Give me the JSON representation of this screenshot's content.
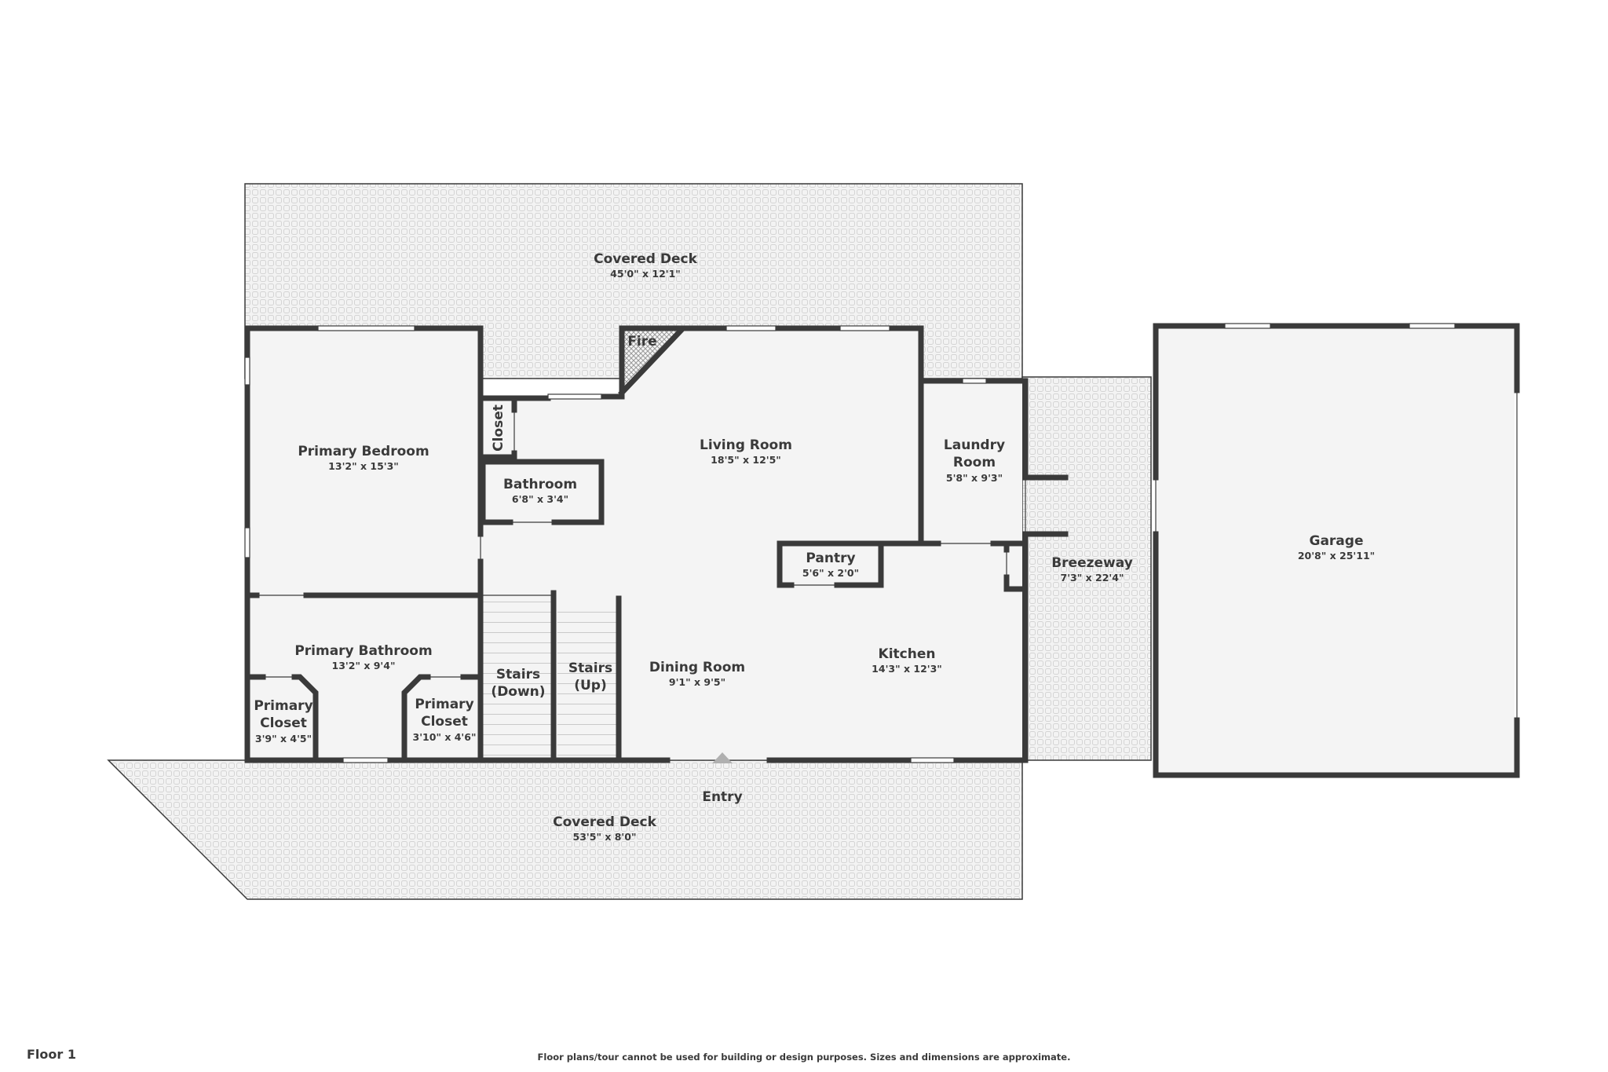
{
  "floor_label": "Floor 1",
  "disclaimer": "Floor plans/tour cannot be used for building or design purposes. Sizes and dimensions are approximate.",
  "rooms": {
    "covered_deck_top": {
      "name": "Covered Deck",
      "dim": "45'0\" x 12'1\""
    },
    "primary_bedroom": {
      "name": "Primary Bedroom",
      "dim": "13'2\" x 15'3\""
    },
    "closet": {
      "name": "Closet"
    },
    "fire": {
      "name": "Fire"
    },
    "living_room": {
      "name": "Living Room",
      "dim": "18'5\" x 12'5\""
    },
    "bathroom": {
      "name": "Bathroom",
      "dim": "6'8\" x 3'4\""
    },
    "laundry_room": {
      "name_1": "Laundry",
      "name_2": "Room",
      "dim": "5'8\" x 9'3\""
    },
    "pantry": {
      "name": "Pantry",
      "dim": "5'6\" x 2'0\""
    },
    "breezeway": {
      "name": "Breezeway",
      "dim": "7'3\" x 22'4\""
    },
    "garage": {
      "name": "Garage",
      "dim": "20'8\" x 25'11\""
    },
    "primary_bathroom": {
      "name": "Primary Bathroom",
      "dim": "13'2\" x 9'4\""
    },
    "primary_closet_left": {
      "name_1": "Primary",
      "name_2": "Closet",
      "dim": "3'9\" x 4'5\""
    },
    "primary_closet_right": {
      "name_1": "Primary",
      "name_2": "Closet",
      "dim": "3'10\" x 4'6\""
    },
    "stairs_down": {
      "name_1": "Stairs",
      "name_2": "(Down)"
    },
    "stairs_up": {
      "name_1": "Stairs",
      "name_2": "(Up)"
    },
    "dining_room": {
      "name": "Dining Room",
      "dim": "9'1\" x 9'5\""
    },
    "kitchen": {
      "name": "Kitchen",
      "dim": "14'3\" x 12'3\""
    },
    "entry": {
      "name": "Entry"
    },
    "covered_deck_bottom": {
      "name": "Covered Deck",
      "dim": "53'5\" x 8'0\""
    }
  },
  "colors": {
    "wall": "#3a3a3a",
    "floor": "#f4f4f4",
    "deck": "#eeeeee",
    "text": "#3a3a3a"
  }
}
